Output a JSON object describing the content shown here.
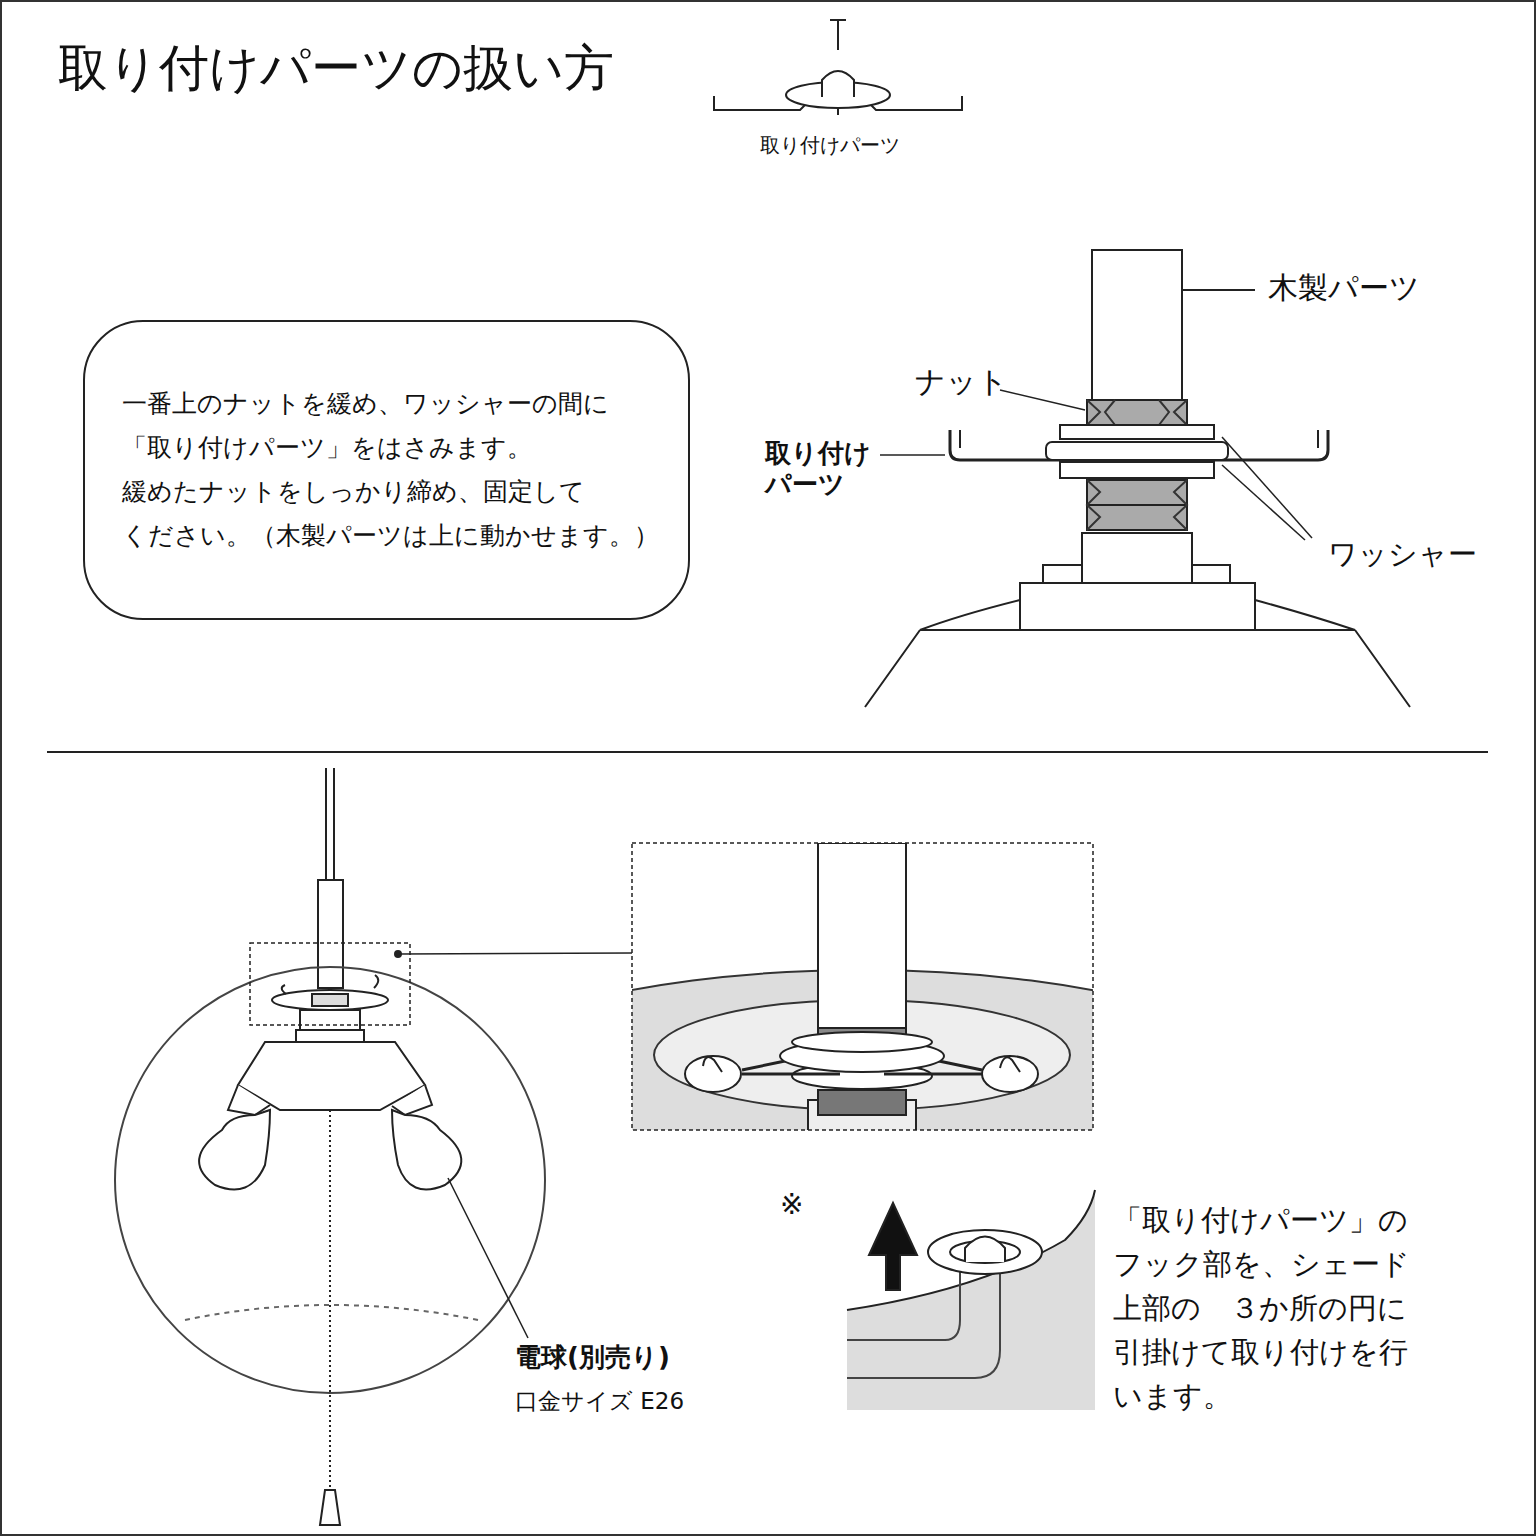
{
  "diagram": {
    "title": "取り付けパーツの扱い方",
    "nodes": [
      {
        "text": [
          "一番上のナットを緩め、ワッシャーの間に 「取り付けパーツ」をはさみます。 緩めたナットをしっかり締め、固定して ください。（木製パーツは上に動かせます。）"
        ]
      }
    ],
    "labels": [
      "取り付けパーツ",
      "木製パーツ",
      "ナット",
      "取り付け パーツ",
      "ワッシャー",
      "電球(別売り)",
      "口金サイズ E26",
      "※",
      "「取り付けパーツ」の フック部を、シェード 上部の　３か所の円に 引掛けて取り付けを行 います。"
    ]
  }
}
